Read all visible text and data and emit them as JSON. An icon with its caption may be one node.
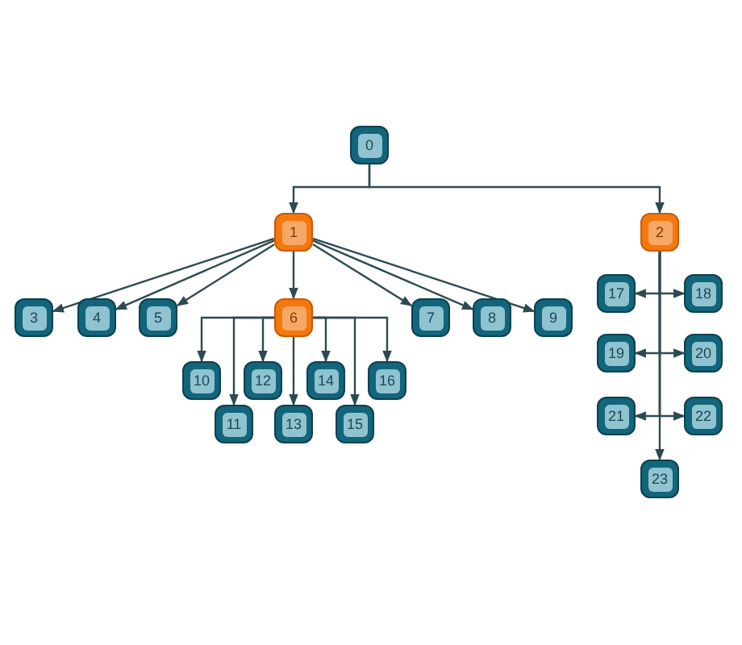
{
  "diagram": {
    "nodes": [
      {
        "text": [
          "0"
        ]
      },
      {
        "text": [
          "1"
        ]
      },
      {
        "text": [
          "2"
        ]
      },
      {
        "text": [
          "3"
        ]
      },
      {
        "text": [
          "4"
        ]
      },
      {
        "text": [
          "5"
        ]
      },
      {
        "text": [
          "6"
        ]
      },
      {
        "text": [
          "7"
        ]
      },
      {
        "text": [
          "8"
        ]
      },
      {
        "text": [
          "9"
        ]
      },
      {
        "text": [
          "10"
        ]
      },
      {
        "text": [
          "11"
        ]
      },
      {
        "text": [
          "12"
        ]
      },
      {
        "text": [
          "13"
        ]
      },
      {
        "text": [
          "14"
        ]
      },
      {
        "text": [
          "15"
        ]
      },
      {
        "text": [
          "16"
        ]
      },
      {
        "text": [
          "17"
        ]
      },
      {
        "text": [
          "18"
        ]
      },
      {
        "text": [
          "19"
        ]
      },
      {
        "text": [
          "20"
        ]
      },
      {
        "text": [
          "21"
        ]
      },
      {
        "text": [
          "22"
        ]
      },
      {
        "text": [
          "23"
        ]
      }
    ],
    "edges": [
      {
        "from": 0,
        "to": 1,
        "arrow": "to"
      },
      {
        "from": 0,
        "to": 2,
        "arrow": "to"
      },
      {
        "from": 1,
        "to": 3,
        "arrow": "to"
      },
      {
        "from": 1,
        "to": 4,
        "arrow": "to"
      },
      {
        "from": 1,
        "to": 5,
        "arrow": "to"
      },
      {
        "from": 1,
        "to": 6,
        "arrow": "to"
      },
      {
        "from": 1,
        "to": 7,
        "arrow": "to"
      },
      {
        "from": 1,
        "to": 8,
        "arrow": "to"
      },
      {
        "from": 1,
        "to": 9,
        "arrow": "to"
      },
      {
        "from": 6,
        "to": 10,
        "arrow": "to"
      },
      {
        "from": 6,
        "to": 11,
        "arrow": "to"
      },
      {
        "from": 6,
        "to": 12,
        "arrow": "to"
      },
      {
        "from": 6,
        "to": 13,
        "arrow": "to"
      },
      {
        "from": 6,
        "to": 14,
        "arrow": "to"
      },
      {
        "from": 6,
        "to": 15,
        "arrow": "to"
      },
      {
        "from": 6,
        "to": 16,
        "arrow": "to"
      },
      {
        "from": 2,
        "to": 17,
        "arrow": "to"
      },
      {
        "from": 2,
        "to": 18,
        "arrow": "to"
      },
      {
        "from": 2,
        "to": 19,
        "arrow": "to"
      },
      {
        "from": 2,
        "to": 20,
        "arrow": "to"
      },
      {
        "from": 2,
        "to": 21,
        "arrow": "to"
      },
      {
        "from": 2,
        "to": 22,
        "arrow": "to"
      },
      {
        "from": 2,
        "to": 23,
        "arrow": "to"
      }
    ]
  }
}
